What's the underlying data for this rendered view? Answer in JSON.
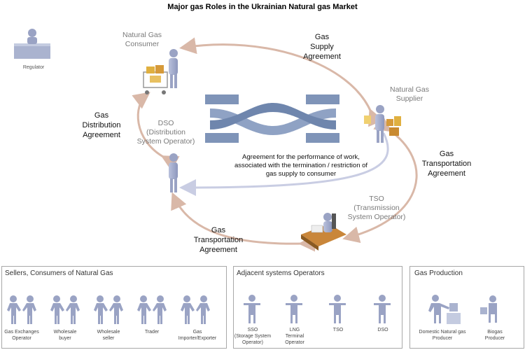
{
  "title": "Major gas Roles in the Ukrainian Natural gas Market",
  "regulator": {
    "label": "Regulator"
  },
  "roles": {
    "consumer": [
      "Natural Gas",
      "Consumer"
    ],
    "supplier": [
      "Natural Gas",
      "Supplier"
    ],
    "dso": [
      "DSO",
      "(Distribution",
      "System Operator)"
    ],
    "tso": [
      "TSO",
      "(Transmission",
      "System Operator)"
    ]
  },
  "agreements": {
    "supply": [
      "Gas",
      "Supply",
      "Agreement"
    ],
    "distribution": [
      "Gas",
      "Distribution",
      "Agreement"
    ],
    "transport_right": [
      "Gas",
      "Transportation",
      "Agreement"
    ],
    "transport_bottom": [
      "Gas",
      "Transportation",
      "Agreement"
    ],
    "termination": [
      "Agreement for the performance of work,",
      "associated with the termination / restriction of",
      "gas supply to consumer"
    ]
  },
  "panels": {
    "sellers": {
      "title": "Sellers, Consumers of Natural Gas",
      "items": [
        [
          "Gas Exchanges",
          "Operator"
        ],
        [
          "Wholesale",
          "buyer"
        ],
        [
          "Wholesale",
          "seller"
        ],
        [
          "Trader"
        ],
        [
          "Gas",
          "Importer/Exporter"
        ]
      ]
    },
    "adjacent": {
      "title": "Adjacent systems Operators",
      "items": [
        [
          "SSO",
          "(Storage System",
          "Operator)"
        ],
        [
          "LNG",
          "Terminal",
          "Operator"
        ],
        [
          "TSO"
        ],
        [
          "DSO"
        ]
      ]
    },
    "production": {
      "title": "Gas Production",
      "items": [
        [
          "Domestic Natural gas",
          "Producer"
        ],
        [
          "Biogas",
          "Producer"
        ]
      ]
    }
  },
  "colors": {
    "arrow_tan": "#d9b8a8",
    "arrow_lavender": "#c9cde3",
    "figure_blue": "#9aa3c4",
    "logo_blue": "#7f94b8"
  }
}
